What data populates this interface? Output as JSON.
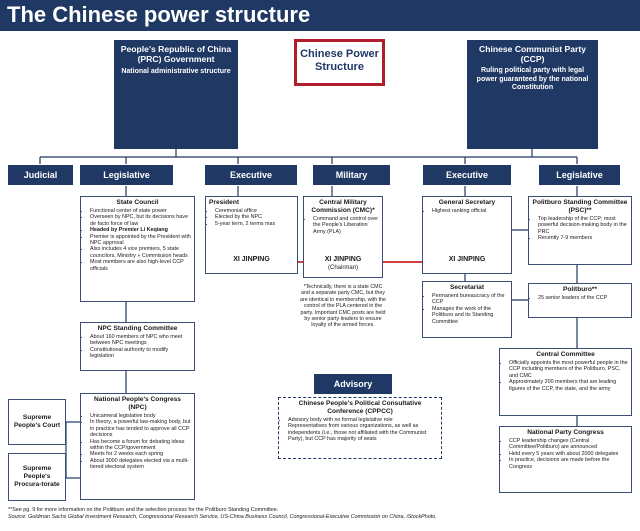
{
  "title": "The Chinese power structure",
  "center": {
    "title": "Chinese Power Structure"
  },
  "prc": {
    "title": "People's Republic of China (PRC) Government",
    "sub": "National administrative structure"
  },
  "ccp": {
    "title": "Chinese Communist Party (CCP)",
    "sub": "Ruling political party with legal power guaranteed by the national Constitution"
  },
  "headers": {
    "judicial": "Judicial",
    "legislative_prc": "Legislative",
    "executive_prc": "Executive",
    "military": "Military",
    "executive_ccp": "Executive",
    "legislative_ccp": "Legislative"
  },
  "state_council": {
    "title": "State Council",
    "items": [
      "Functional center of state power",
      "Overseen by NPC, but its decisions have de facto force of law",
      "Headed by Premier Li Keqiang",
      "Premier is appointed by the President with NPC approval",
      "Also includes 4 vice premiers, 5 state councilors, Ministry » Commission heads",
      "Most members are also high-level CCP officials"
    ]
  },
  "president": {
    "title": "President",
    "items": [
      "Ceremonial office",
      "Elected by the NPC",
      "5-year term, 2 terms max"
    ],
    "name": "XI JINPING"
  },
  "cmc": {
    "title": "Central Military Commission (CMC)*",
    "items": [
      "Command and control over the People's Liberation Army (PLA)"
    ],
    "name": "XI JINPING",
    "role": "(Chairman)"
  },
  "cmc_note": "*Technically, there is a state CMC and a separate party CMC, but they are identical in membership, with the control of the PLA centered in the party. Important CMC posts are held by senior party leaders to ensure loyalty of the armed forces.",
  "gen_sec": {
    "title": "General Secretary",
    "items": [
      "Highest ranking official"
    ],
    "name": "XI JINPING"
  },
  "psc": {
    "title": "Politburo Standing Committee (PSC)**",
    "items": [
      "Top leadership of the CCP; most powerful decision-making body in the PRC",
      "Recently 7-9 members"
    ]
  },
  "politburo": {
    "title": "Politburo**",
    "items": [
      "25 senior leaders of the CCP"
    ]
  },
  "secretariat": {
    "title": "Secretariat",
    "items": [
      "Permanent bureaucracy of the CCP",
      "Manages the work of the Politburo and its Standing Committee"
    ]
  },
  "npcsc": {
    "title": "NPC Standing Committee",
    "items": [
      "About 160 members of NPC who meet between NPC meetings",
      "Constitutional authority to modify legislation"
    ]
  },
  "npc": {
    "title": "National People's Congress (NPC)",
    "items": [
      "Unicameral legislative body",
      "In theory, a powerful law-making body, but in practice has tended to approve all CCP decisions",
      "Has become a forum for debating ideas within the CCP/government",
      "Meets for 2 weeks each spring",
      "About 3000 delegates elected via a multi-tiered electoral system"
    ]
  },
  "court": {
    "title": "Supreme People's Court"
  },
  "procuratorate": {
    "title": "Supreme People's Procura-torate"
  },
  "advisory": {
    "header": "Advisory",
    "title": "Chinese People's Political Consultative Conference (CPPCC)",
    "items": [
      "Advisory body with no formal legislative role",
      "Representatives from various organizations, as well as independents (i.e., those not affiliated with the Communist Party), but CCP has majority of seats"
    ]
  },
  "central_committee": {
    "title": "Central Committee",
    "items": [
      "Officially appoints the most powerful people in the CCP including members of the Politburo, PSC, and CMC",
      "Approximately 200 members that are leading figures of the CCP, the state, and the army"
    ]
  },
  "party_congress": {
    "title": "National Party Congress",
    "items": [
      "CCP leadership changes (Central Committee/Politburo) are announced",
      "Held every 5 years with about 2000 delegates",
      "In practice, decisions are made before the Congress"
    ]
  },
  "footnote": "**See pg. 9 for more information on the Politburo and the selection process for the Politburo Standing Committee.",
  "source": "Source: Goldman Sachs Global Investment Research, Congressional Research Service, US-China Business Council, Congressional-Executive Commission on China, iStockPhoto.",
  "colors": {
    "navy": "#1f3864",
    "accent_red": "#c00000",
    "frame_red": "#b01e2b"
  }
}
